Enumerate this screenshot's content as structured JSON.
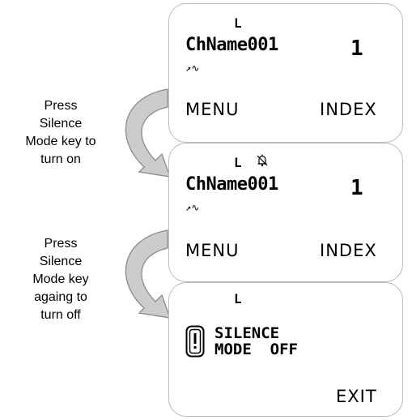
{
  "captions": {
    "turn_on": [
      "Press",
      "Silence",
      "Mode key to",
      "turn on"
    ],
    "turn_off": [
      "Press",
      "Silence",
      "Mode key",
      "againg to",
      "turn off"
    ]
  },
  "screens": {
    "normal": {
      "signal": "L",
      "channel_name": "ChName001",
      "channel_number": "1",
      "status_icons": "↗∿",
      "left_softkey": "MENU",
      "right_softkey": "INDEX"
    },
    "silence_on": {
      "signal": "L",
      "silence_icon": "bell-muted-icon",
      "channel_name": "ChName001",
      "channel_number": "1",
      "status_icons": "↗∿",
      "left_softkey": "MENU",
      "right_softkey": "INDEX"
    },
    "silence_off": {
      "signal": "L",
      "info_icon": "pager-alert-icon",
      "message_line1": "SILENCE",
      "message_line2": "MODE  OFF",
      "right_softkey": "EXIT"
    }
  },
  "colors": {
    "arrow_fill": "#cccccc",
    "arrow_stroke": "#8a8a8a",
    "screen_border": "#b9b9b9"
  }
}
